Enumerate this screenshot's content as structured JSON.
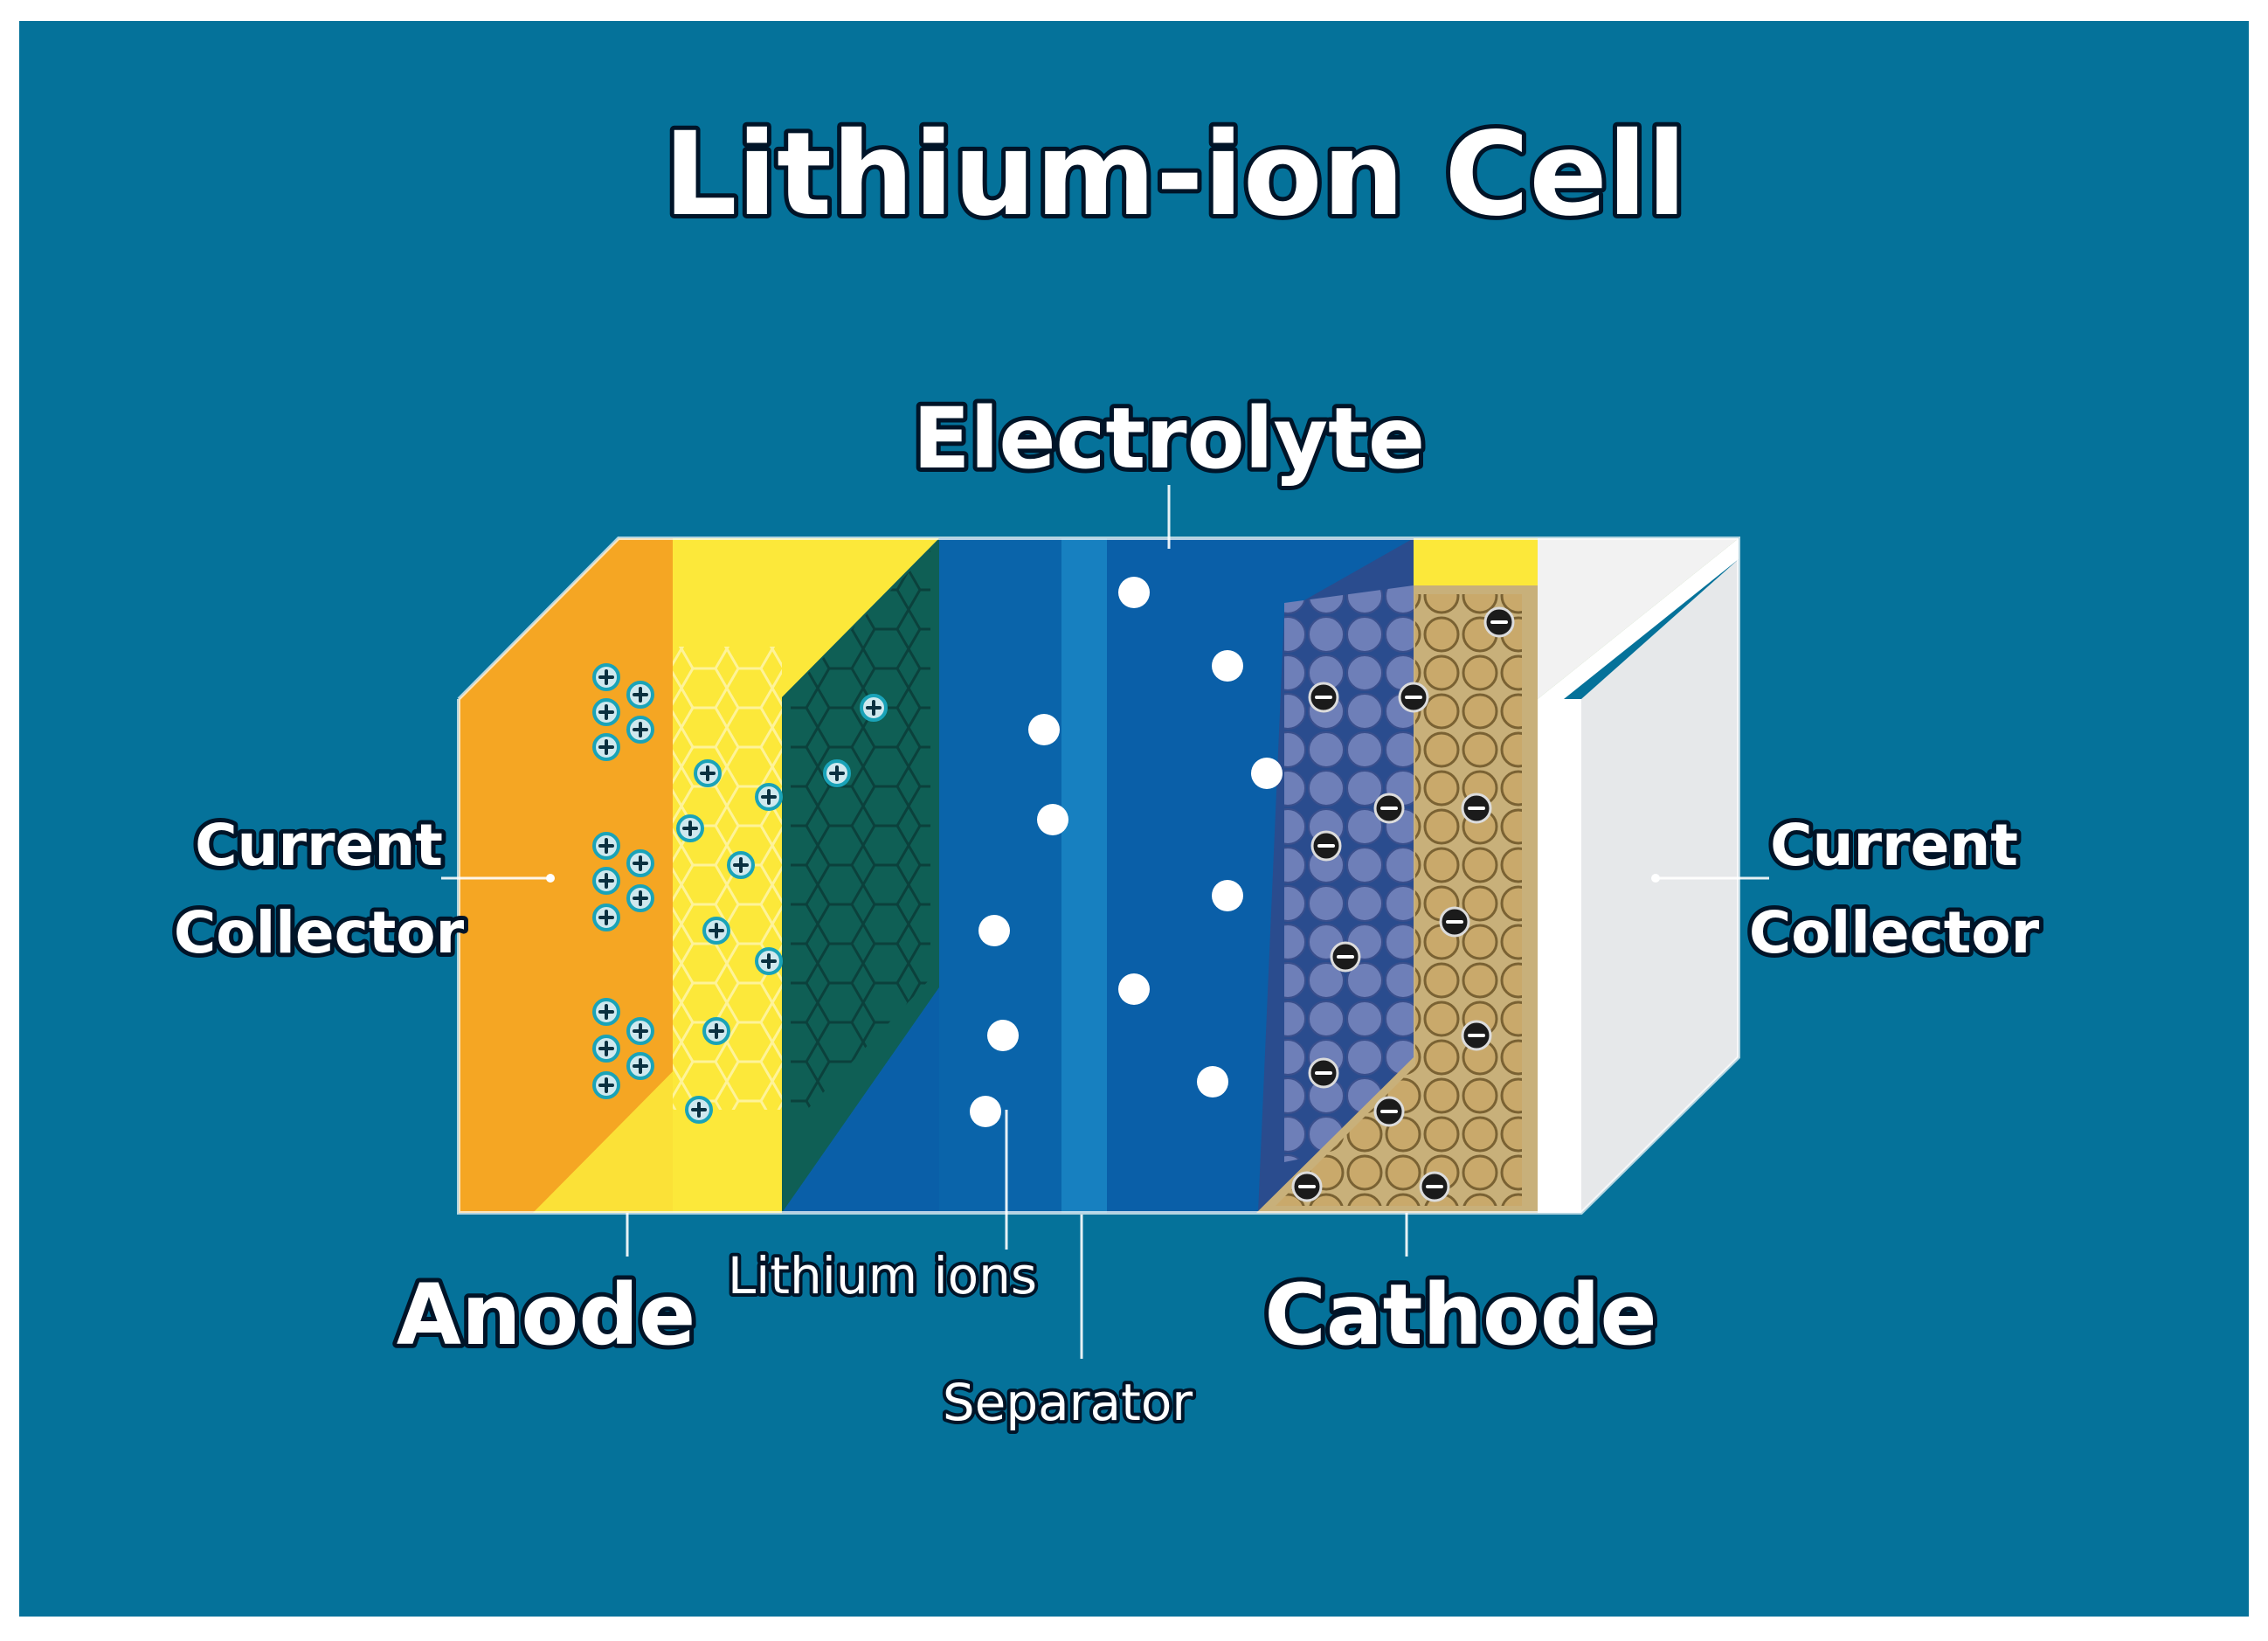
{
  "title": "Lithium-ion Cell",
  "labels": {
    "electrolyte": "Electrolyte",
    "anode": "Anode",
    "cathode": "Cathode",
    "lithium_ions": "Lithium ions",
    "separator": "Separator",
    "left_collector_line1": "Current",
    "left_collector_line2": "Collector",
    "right_collector_line1": "Current",
    "right_collector_line2": "Collector"
  },
  "colors": {
    "background": "#05729a",
    "anode_collector": "#f5a623",
    "anode": "#fce83a",
    "graphite": "#0f5f55",
    "electrolyte": "#0a5fa8",
    "separator": "#1a86c4",
    "cathode_dark": "#4d6aa8",
    "cathode": "#c8b07a",
    "cathode_collector": "#e8e8e8"
  }
}
